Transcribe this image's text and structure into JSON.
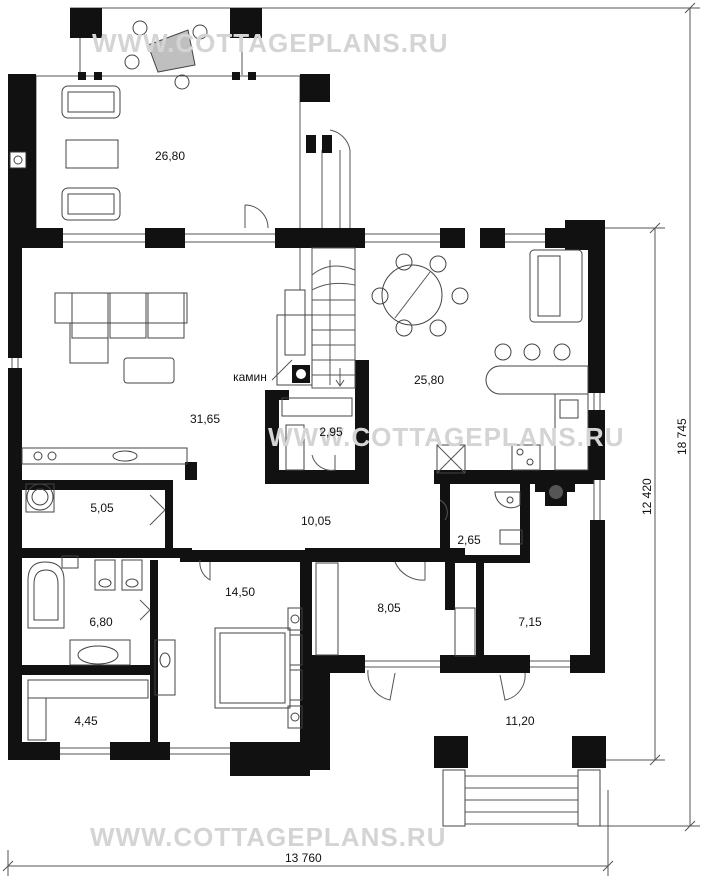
{
  "watermarks": [
    "WWW.COTTAGEPLANS.RU",
    "WWW.COTTAGEPLANS.RU",
    "WWW.COTTAGEPLANS.RU"
  ],
  "rooms": {
    "terrace_top": "26,80",
    "living": "31,65",
    "kitchen": "25,80",
    "pantry": "2,95",
    "hall": "10,05",
    "laundry": "5,05",
    "wc": "2,65",
    "bath": "6,80",
    "bedroom": "14,50",
    "room_805": "8,05",
    "room_715": "7,15",
    "dressing": "4,45",
    "porch": "11,20"
  },
  "labels": {
    "fireplace": "камин"
  },
  "dimensions": {
    "width": "13 760",
    "height_total": "18 745",
    "height_house": "12 420"
  }
}
